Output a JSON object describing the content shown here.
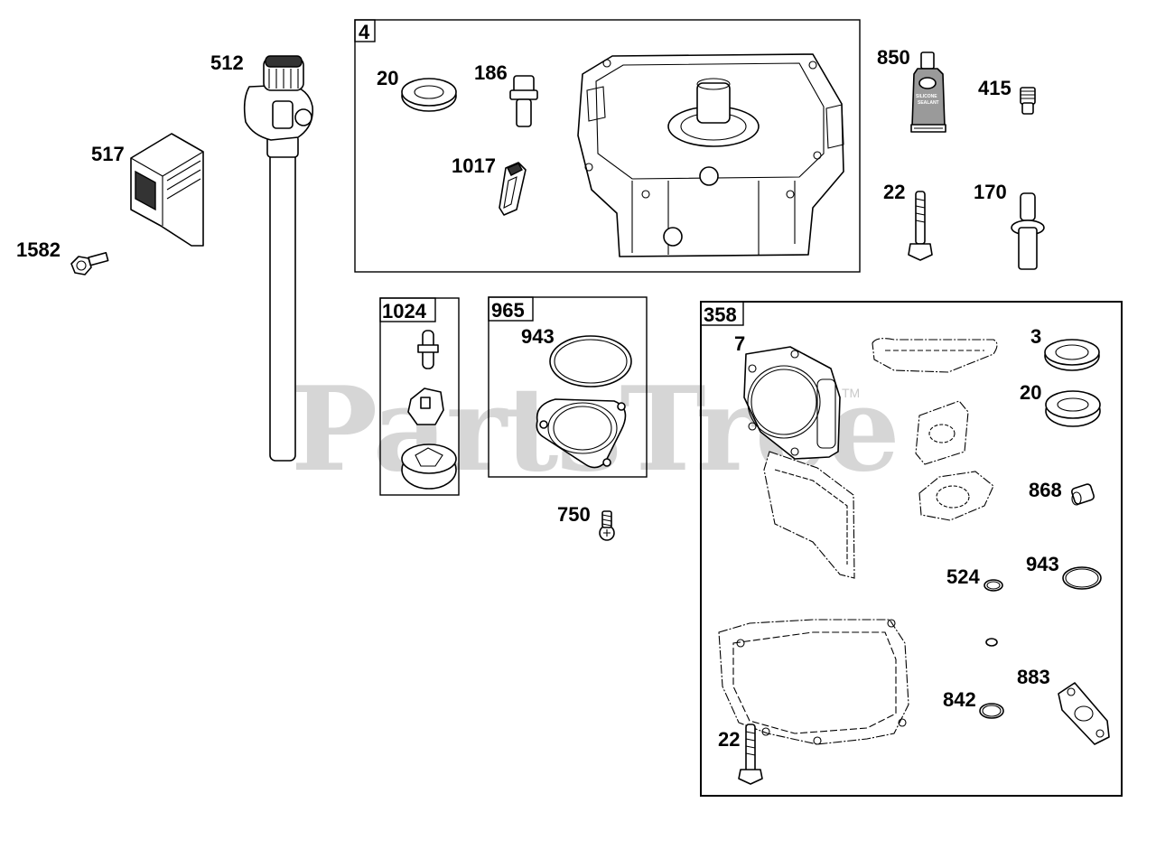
{
  "watermark": {
    "text": "PartsTree",
    "trademark": "TM"
  },
  "part_labels": {
    "p512": "512",
    "p517": "517",
    "p1582": "1582",
    "p20_top": "20",
    "p186": "186",
    "p1017": "1017",
    "p850": "850",
    "p415": "415",
    "p22_top": "22",
    "p170": "170",
    "p943_mid": "943",
    "p750": "750",
    "p7": "7",
    "p3": "3",
    "p20_kit": "20",
    "p868": "868",
    "p524": "524",
    "p943_kit": "943",
    "p883": "883",
    "p842": "842",
    "p22_kit": "22"
  },
  "boxes": {
    "b4": "4",
    "b1024": "1024",
    "b965": "965",
    "b358": "358"
  },
  "tube_text": {
    "line1": "SILICONE",
    "line2": "SEALANT"
  }
}
